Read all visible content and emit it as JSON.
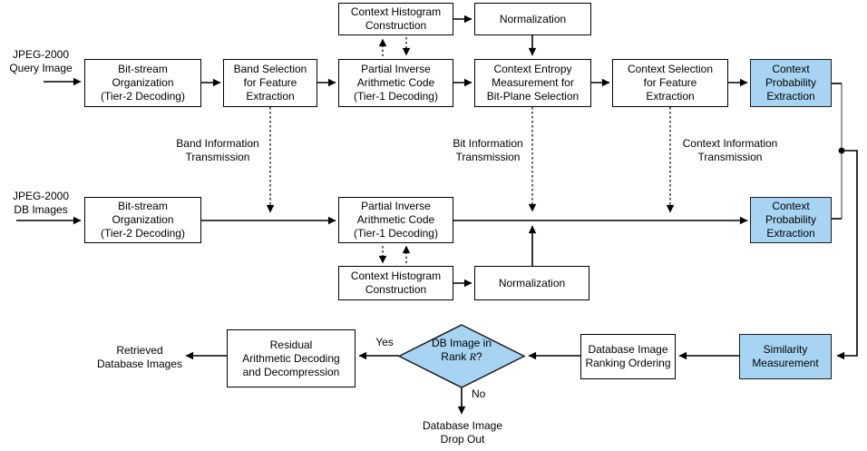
{
  "colors": {
    "highlight_fill": "#A8D4F3",
    "highlight_border": "#1c1c1c",
    "line_color": "#000000",
    "gray_connector": "#9c9c9c",
    "box_fill": "#ffffff",
    "box_border": "#000000"
  },
  "boxes": {
    "ctx_hist_query": {
      "text": "Context Histogram\nConstruction"
    },
    "norm_query": {
      "text": "Normalization"
    },
    "bitstream_query": {
      "text": "Bit-stream\nOrganization\n(Tier-2 Decoding)"
    },
    "band_selection": {
      "text": "Band Selection\nfor Feature\nExtraction"
    },
    "partial_inverse_query": {
      "text": "Partial Inverse\nArithmetic Code\n(Tier-1 Decoding)"
    },
    "ctx_entropy": {
      "text": "Context Entropy\nMeasurement for\nBit-Plane Selection"
    },
    "ctx_selection": {
      "text": "Context Selection\nfor Feature\nExtraction"
    },
    "ctx_prob_query": {
      "text": "Context\nProbability\nExtraction"
    },
    "bitstream_db": {
      "text": "Bit-stream\nOrganization\n(Tier-2 Decoding)"
    },
    "partial_inverse_db": {
      "text": "Partial Inverse\nArithmetic Code\n(Tier-1 Decoding)"
    },
    "ctx_prob_db": {
      "text": "Context\nProbability\nExtraction"
    },
    "ctx_hist_db": {
      "text": "Context Histogram\nConstruction"
    },
    "norm_db": {
      "text": "Normalization"
    },
    "residual": {
      "text": "Residual\nArithmetic Decoding\nand Decompression"
    },
    "ranking": {
      "text": "Database Image\nRanking Ordering"
    },
    "similarity": {
      "text": "Similarity\nMeasurement"
    }
  },
  "diamond": {
    "line1": "DB Image in",
    "rank_prefix": "Rank ",
    "rank_var": "R",
    "suffix": "?"
  },
  "labels": {
    "query_input": "JPEG-2000\nQuery Image",
    "db_input": "JPEG-2000\nDB Images",
    "band_info": "Band Information\nTransmission",
    "bit_info": "Bit Information\nTransmission",
    "context_info": "Context Information\nTransmission",
    "retrieved": "Retrieved\nDatabase Images",
    "yes": "Yes",
    "no": "No",
    "drop_out": "Database Image\nDrop Out"
  }
}
